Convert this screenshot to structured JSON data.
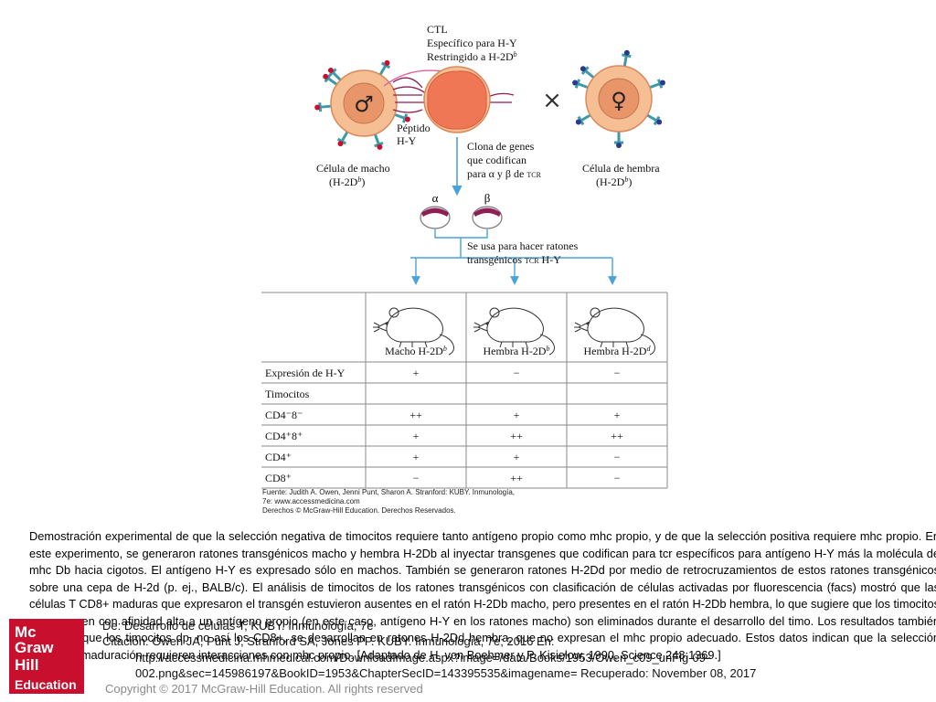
{
  "diagram": {
    "ctl_label": [
      "CTL",
      "Específico para H-Y",
      "Restringido a H-2D",
      "b"
    ],
    "peptide_label": [
      "Péptido",
      "H-Y"
    ],
    "male_cell_label": [
      "Célula de macho",
      "(H-2D",
      "b",
      ")"
    ],
    "female_cell_label": [
      "Célula de hembra",
      "(H-2D",
      "b",
      ")"
    ],
    "clone_label": [
      "Clona de genes",
      "que codifican",
      "para α y β de ",
      "TCR"
    ],
    "alpha": "α",
    "beta": "β",
    "used_label": [
      "Se usa para hacer ratones",
      "transgénicos ",
      "TCR",
      " H-Y"
    ],
    "cross_symbol": "×",
    "male_symbol": "♂",
    "female_symbol": "♀",
    "colors": {
      "cell_fill": "#f5bf93",
      "nucleus_fill": "#e8956a",
      "ctl_fill": "#ef7756",
      "receptor_teal": "#3d9aa8",
      "peptide_red": "#c8102e",
      "arrow_blue": "#4aa3d6",
      "tcr_purple": "#8e1e55",
      "table_line": "#8a8a8a"
    }
  },
  "table": {
    "columns": [
      {
        "label": "Macho H-2D",
        "sup": "b"
      },
      {
        "label": "Hembra H-2D",
        "sup": "b"
      },
      {
        "label": "Hembra H-2D",
        "sup": "d"
      }
    ],
    "rows": [
      {
        "label": "Expresión de H-Y",
        "values": [
          "+",
          "−",
          "−"
        ]
      },
      {
        "label": "Timocitos",
        "values": [
          "",
          "",
          ""
        ]
      },
      {
        "label": "CD4⁻8⁻",
        "values": [
          "++",
          "+",
          "+"
        ]
      },
      {
        "label": "CD4⁺8⁺",
        "values": [
          "+",
          "++",
          "++"
        ]
      },
      {
        "label": "CD4⁺",
        "values": [
          "+",
          "+",
          "−"
        ]
      },
      {
        "label": "CD8⁺",
        "values": [
          "−",
          "++",
          "−"
        ]
      }
    ],
    "source": [
      "Fuente: Judith A. Owen, Jenni Punt, Sharon A. Stranford: KUBY. Inmunología,",
      "7e: www.accessmedicina.com",
      "Derechos © McGraw-Hill Education. Derechos Reservados."
    ]
  },
  "caption": "Demostración experimental de que la selección negativa de timocitos requiere tanto antígeno propio como mhc propio, y de que la selección positiva requiere mhc propio. En este experimento, se generaron ratones transgénicos macho y hembra H-2Db al inyectar transgenes que codifican para tcr específicos para antígeno H-Y más la molécula de mhc Db hacia cigotos. El antígeno H-Y es expresado sólo en machos. También se generaron ratones H-2Dd por medio de retrocruzamientos de estos ratones transgénicos sobre una cepa de H-2d (p. ej., BALB/c). El análisis de timocitos de los ratones transgénicos con clasificación de células activadas por fluorescencia (facs) mostró que las células T CD8+ maduras que expresaron el transgén estuvieron ausentes en el ratón H-2Db macho, pero presentes en el ratón H-2Db hembra, lo que sugiere que los timocitos que se unen con afinidad alta a un antígeno propio (en este caso, antígeno H-Y en los ratones macho) son eliminados durante el desarrollo del timo. Los resultados también muestran que los timocitos dp, no así los CD8+, se desarrollan en ratones H-2Dd hembra, que no expresan el mhc propio adecuado. Estos datos indican que la selección positiva y maduración requieren interacciones con mhc propio. [Adaptado de H. von Boehmer y P. Kisielow, 1990, Science 248:1369.]",
  "overlay": {
    "from_line": "De: Desarrollo de células T, KUBY. Inmunología, 7e",
    "citation_line1": "Citación: Owen JA, Punt J, Stranford SA, Jones PP. KUBY. Inmunología, 7e; 2016 En:",
    "citation_line2": "http://accessmedicina.mhmedical.com/DownloadImage.aspx?image=/data/Books/1953/Owen_c09_unFig-09-",
    "citation_line3": "002.png&sec=145986197&BookID=1953&ChapterSecID=143395535&imagename= Recuperado: November 08, 2017"
  },
  "logo": {
    "line1": "Mc",
    "line2": "Graw",
    "line3": "Hill",
    "line4": "Education"
  },
  "copyright": "Copyright © 2017 McGraw-Hill Education. All rights reserved"
}
